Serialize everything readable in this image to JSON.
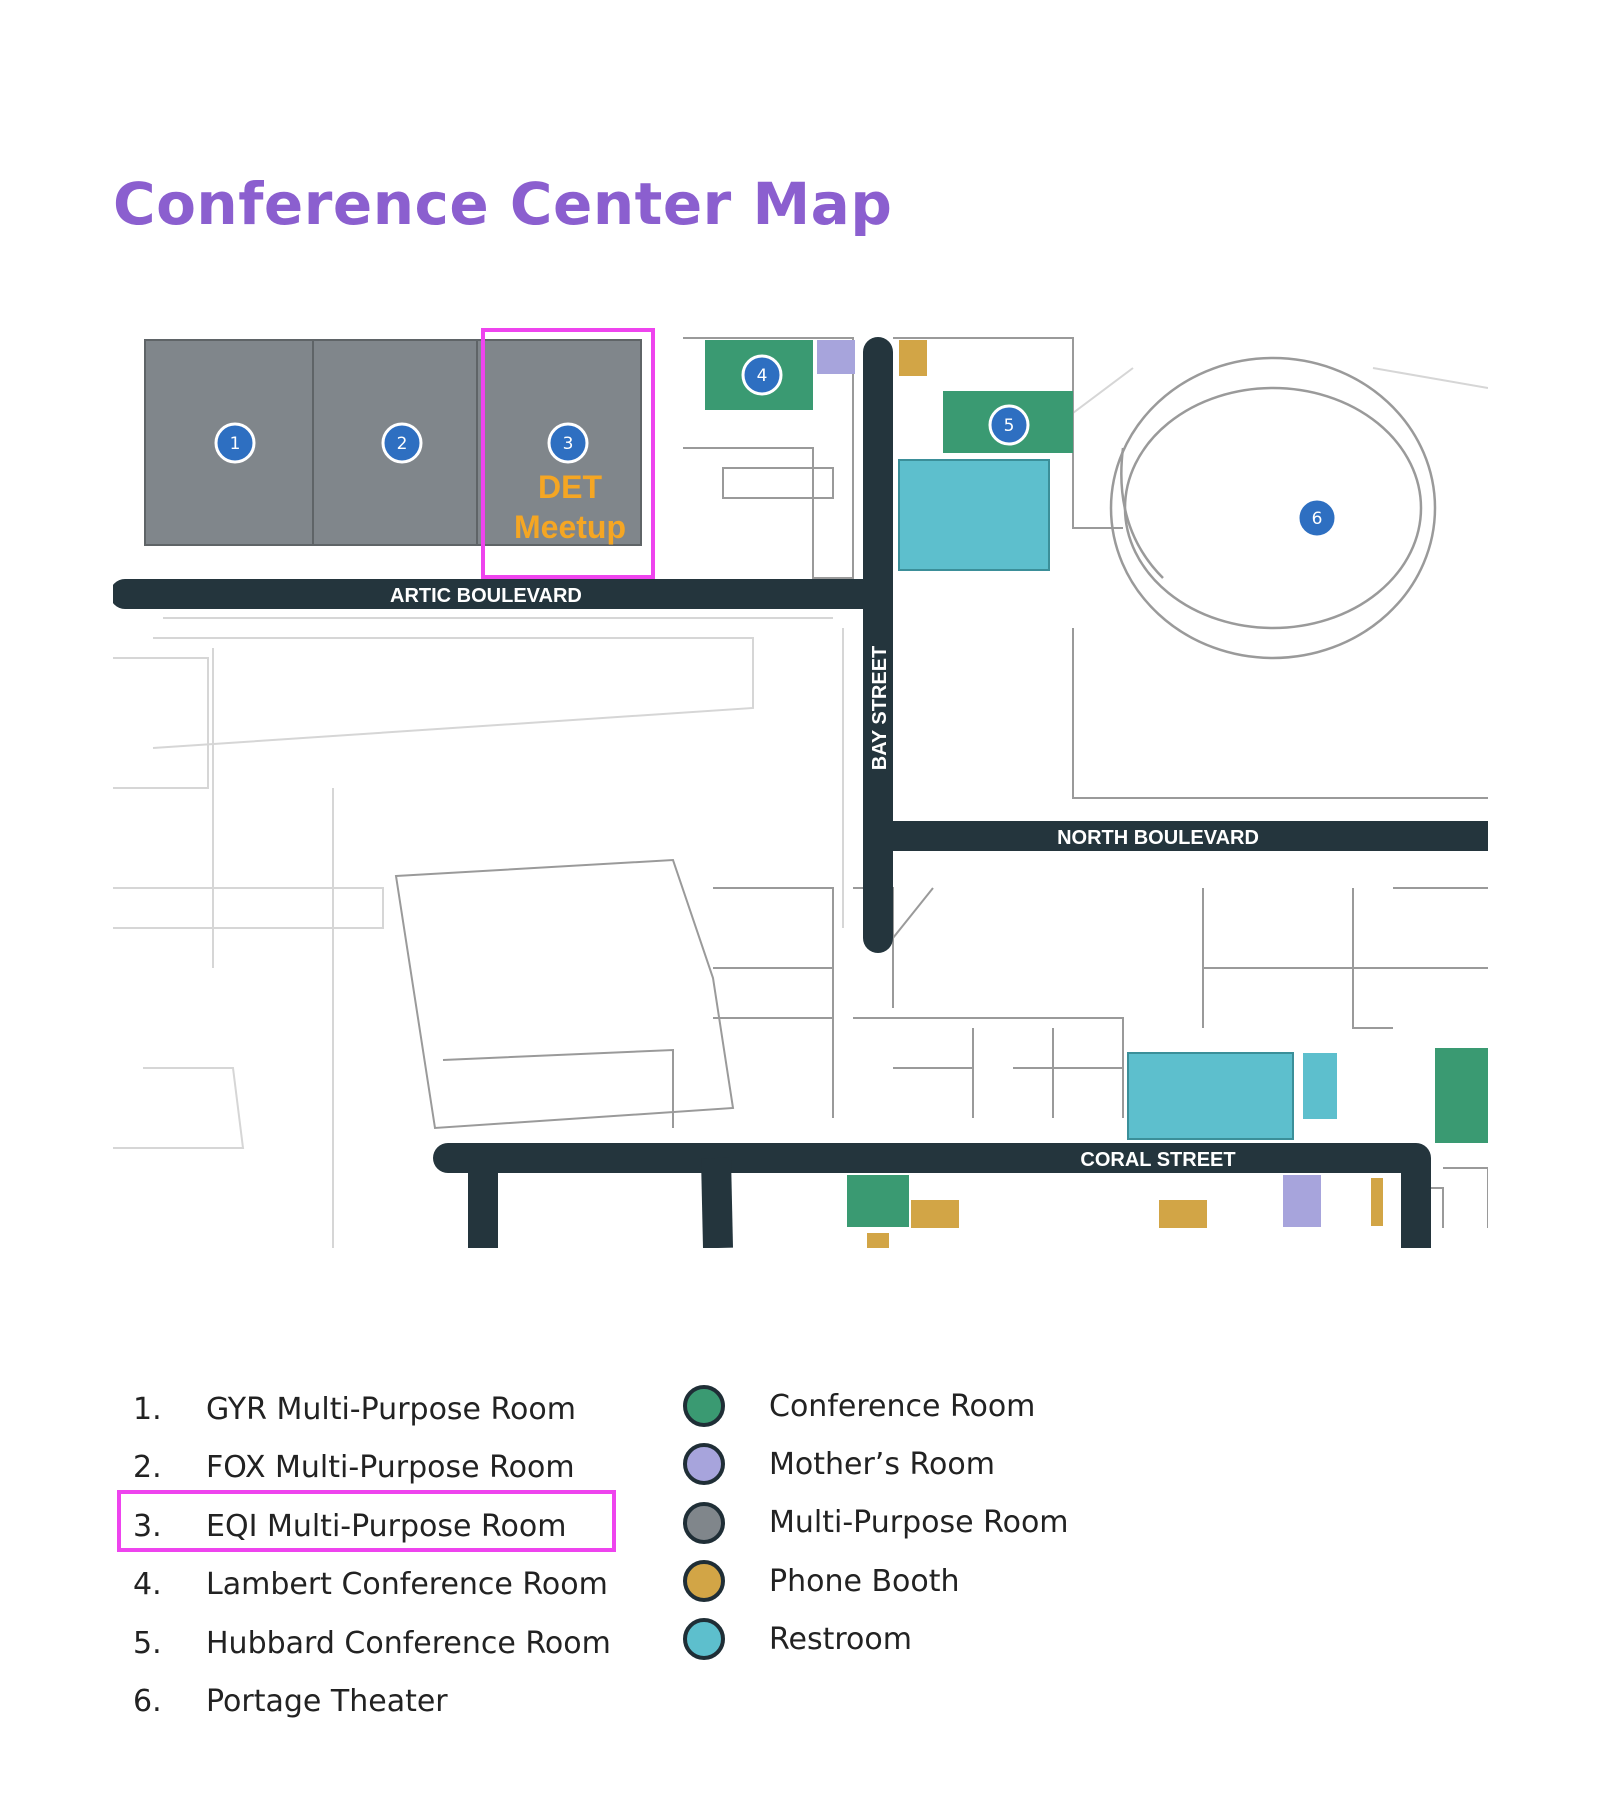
{
  "title": "Conference Center Map",
  "colors": {
    "title": "#8b5fcf",
    "highlight": "#ee44ee",
    "meetup_text": "#f5a623",
    "street": "#24353d",
    "pin": "#2e6fc1",
    "conference": "#3a9a72",
    "mothers": "#a7a4dc",
    "multipurpose": "#80868b",
    "phone": "#d2a546",
    "restroom": "#5dbfcd"
  },
  "map": {
    "streets": {
      "artic": "ARTIC BOULEVARD",
      "bay": "BAY STREET",
      "north": "NORTH BOULEVARD",
      "coral": "CORAL STREET"
    },
    "pins": [
      "1",
      "2",
      "3",
      "4",
      "5",
      "6"
    ],
    "highlight_label": [
      "DET",
      "Meetup"
    ]
  },
  "rooms": [
    {
      "num": "1.",
      "name": "GYR Multi-Purpose Room"
    },
    {
      "num": "2.",
      "name": "FOX Multi-Purpose Room"
    },
    {
      "num": "3.",
      "name": "EQI Multi-Purpose Room"
    },
    {
      "num": "4.",
      "name": "Lambert Conference Room"
    },
    {
      "num": "5.",
      "name": "Hubbard Conference Room"
    },
    {
      "num": "6.",
      "name": "Portage Theater"
    }
  ],
  "highlighted_room": "3.",
  "legend": [
    {
      "label": "Conference Room",
      "color": "#3a9a72"
    },
    {
      "label": "Mother’s Room",
      "color": "#a7a4dc"
    },
    {
      "label": "Multi-Purpose Room",
      "color": "#80868b"
    },
    {
      "label": "Phone Booth",
      "color": "#d2a546"
    },
    {
      "label": "Restroom",
      "color": "#5dbfcd"
    }
  ]
}
